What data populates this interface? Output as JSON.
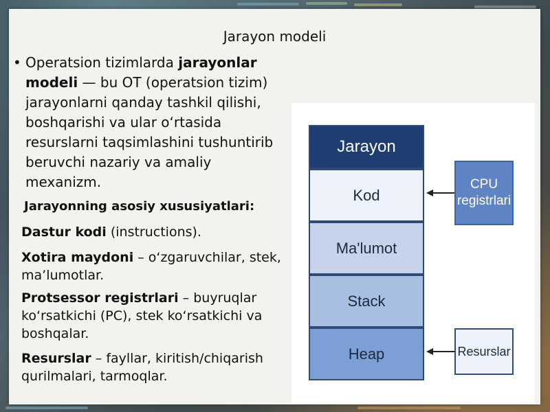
{
  "slide": {
    "title": "Jarayon modeli",
    "bullet": {
      "t1": "Operatsion tizimlarda ",
      "b1": "jarayonlar modeli",
      "t2": " — bu OT (operatsion tizim) jarayonlarni qanday tashkil qilishi, boshqarishi va ular oʻrtasida resurslarni taqsimlashini tushuntirib beruvchi nazariy va amaliy mexanizm."
    },
    "subheading": "Jarayonning asosiy xususiyatlari:",
    "items": [
      {
        "bold": "Dastur kodi",
        "rest": " (instructions)."
      },
      {
        "bold": "Xotira maydoni",
        "rest": " – oʻzgaruvchilar, stek, ma’lumotlar."
      },
      {
        "bold": "Protsessor registrlari",
        "rest": " – buyruqlar koʻrsatkichi (PC), stek koʻrsatkichi va boshqalar."
      },
      {
        "bold": "Resurslar",
        "rest": " – fayllar, kiritish/chiqarish qurilmalari, tarmoqlar."
      }
    ]
  },
  "diagram": {
    "header": "Jarayon",
    "sections": [
      "Kod",
      "Ma'lumot",
      "Stack",
      "Heap"
    ],
    "side_boxes": {
      "cpu": "CPU registrlari",
      "resources": "Resurslar"
    },
    "colors": {
      "header": "#1f3d73",
      "kod": "#eef2fa",
      "malumot": "#c6d3ea",
      "stack": "#a9bfe2",
      "heap": "#7c9fd5",
      "cpu_box": "#5f84c4",
      "resources_box": "#eef2fa"
    }
  }
}
